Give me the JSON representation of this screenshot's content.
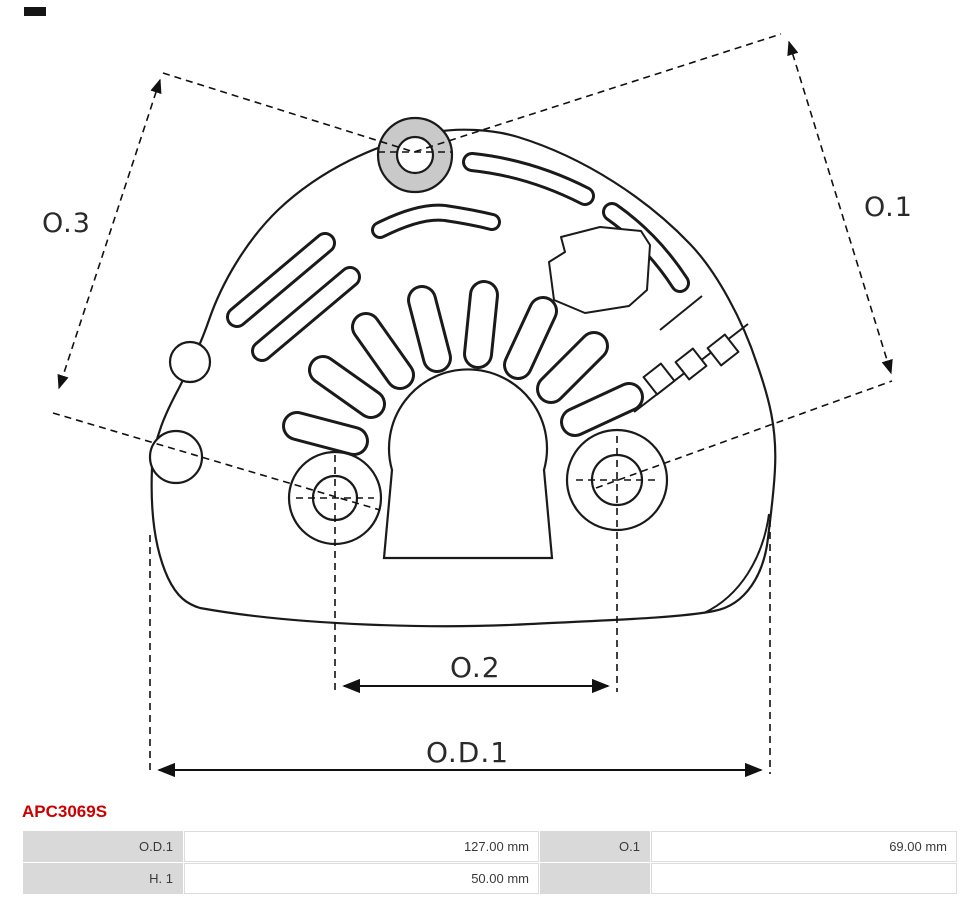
{
  "part_number": "APC3069S",
  "drawing": {
    "dimension_labels": {
      "o1": "O.1",
      "o2": "O.2",
      "o3": "O.3",
      "od1": "O.D.1"
    }
  },
  "spec_table": {
    "rows": [
      {
        "dim1": "O.D.1",
        "val1": "127.00 mm",
        "dim2": "O.1",
        "val2": "69.00 mm"
      },
      {
        "dim1": "H. 1",
        "val1": "50.00 mm",
        "dim2": "",
        "val2": ""
      }
    ]
  },
  "colors": {
    "part_number_red": "#cc0000",
    "table_label_bg": "#d9d9d9",
    "drawing_line": "#1a1a1a",
    "boss_fill": "#c9c9c9"
  }
}
